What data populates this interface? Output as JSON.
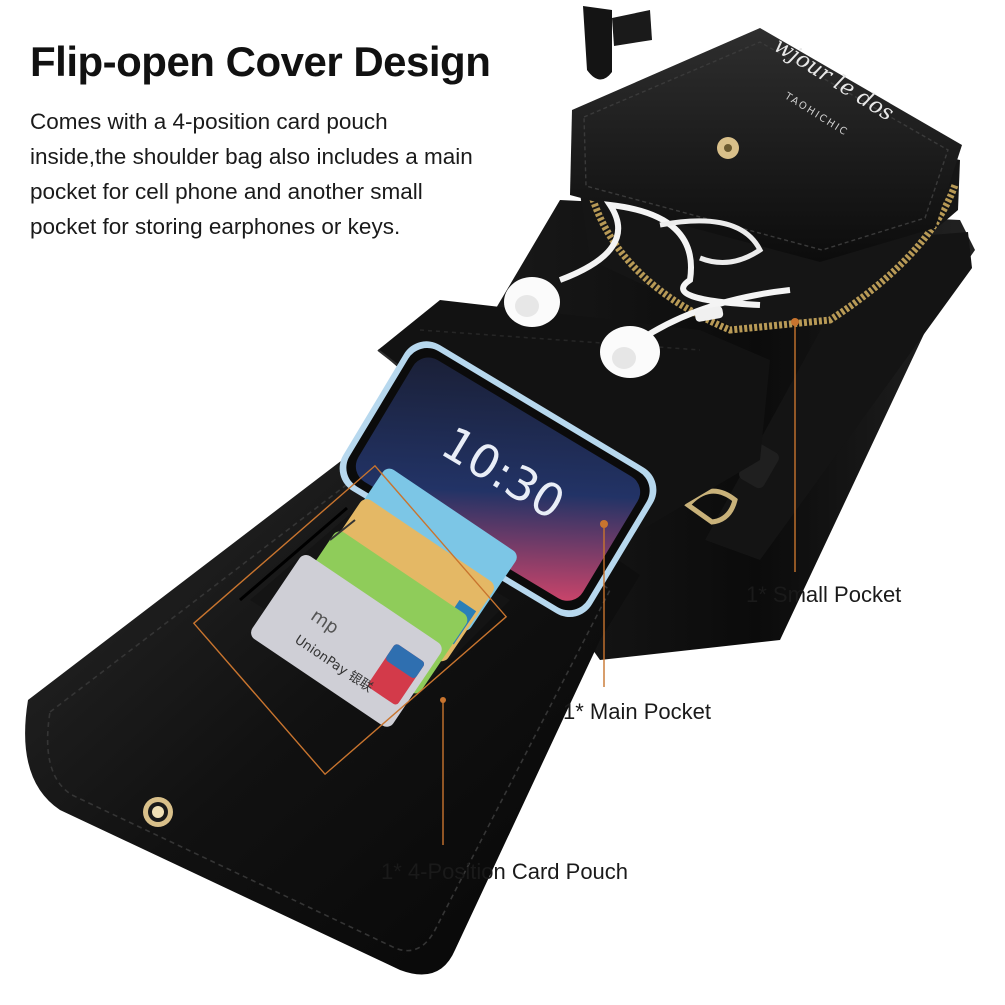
{
  "heading": {
    "title": "Flip-open Cover Design",
    "description": "Comes with a 4-position card pouch inside,the shoulder bag also includes a main pocket for cell phone and another small pocket for storing earphones or keys."
  },
  "phone": {
    "time": "10:30"
  },
  "callouts": {
    "small_pocket": "1* Small Pocket",
    "main_pocket": "1* Main Pocket",
    "card_pouch": "1* 4-Position Card Pouch"
  },
  "brand": {
    "script": "wjour le dos",
    "name": "TAOHICHIC"
  },
  "card_text": {
    "card1": "mp",
    "card2": "UnionPay 银联"
  },
  "colors": {
    "leather": "#0d0d0d",
    "leather_highlight": "#2a2a2a",
    "callout_line": "#c8742e",
    "zipper": "#b89a56",
    "text": "#1a1a1a"
  }
}
